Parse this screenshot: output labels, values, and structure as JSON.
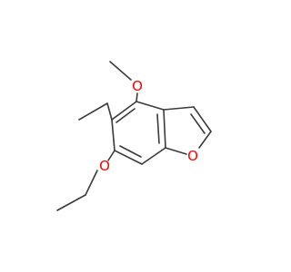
{
  "atoms": [
    {
      "symbol": "O",
      "role": "furan-oxygen"
    },
    {
      "symbol": "O",
      "role": "methoxy-oxygen"
    },
    {
      "symbol": "O",
      "role": "ethoxy-oxygen"
    }
  ],
  "colors": {
    "bond": "#3a3a3a",
    "oxygen": "#ff0000",
    "background": "#ffffff"
  }
}
